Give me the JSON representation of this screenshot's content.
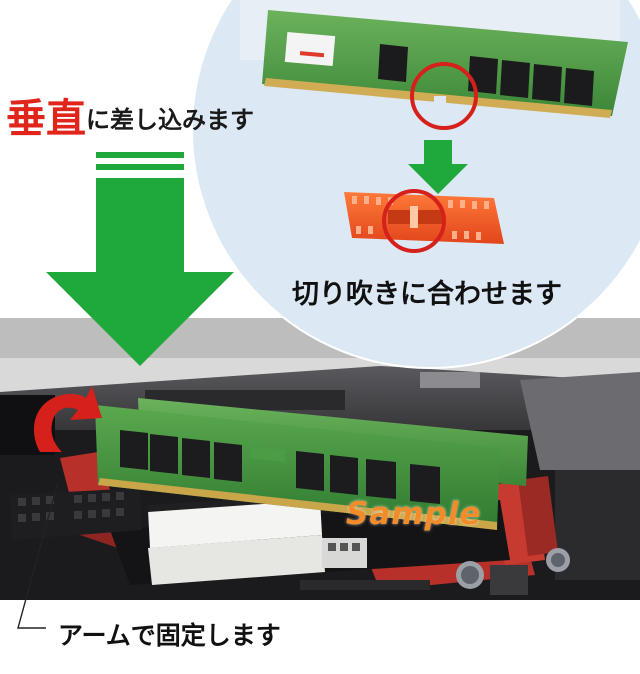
{
  "captions": {
    "vertical_accent": "垂直",
    "vertical_rest": "に差し込みます",
    "notch": "切り吹きに合わせます",
    "arm": "アームで固定します"
  },
  "watermark": "Sample",
  "colors": {
    "arrow_green": "#1fa83b",
    "highlight_red": "#d6201b",
    "slot_orange": "#f25a1c",
    "pcb_green": "#3f8f3a",
    "board_dark": "#1b1b1d",
    "slot_red": "#b8302a",
    "circle_bg": "#dce9f5"
  },
  "icons": {
    "down_arrow": "large-down-arrow-icon",
    "rotate_arrow": "curved-rotate-arrow-icon",
    "small_arrow": "small-down-arrow-icon"
  }
}
